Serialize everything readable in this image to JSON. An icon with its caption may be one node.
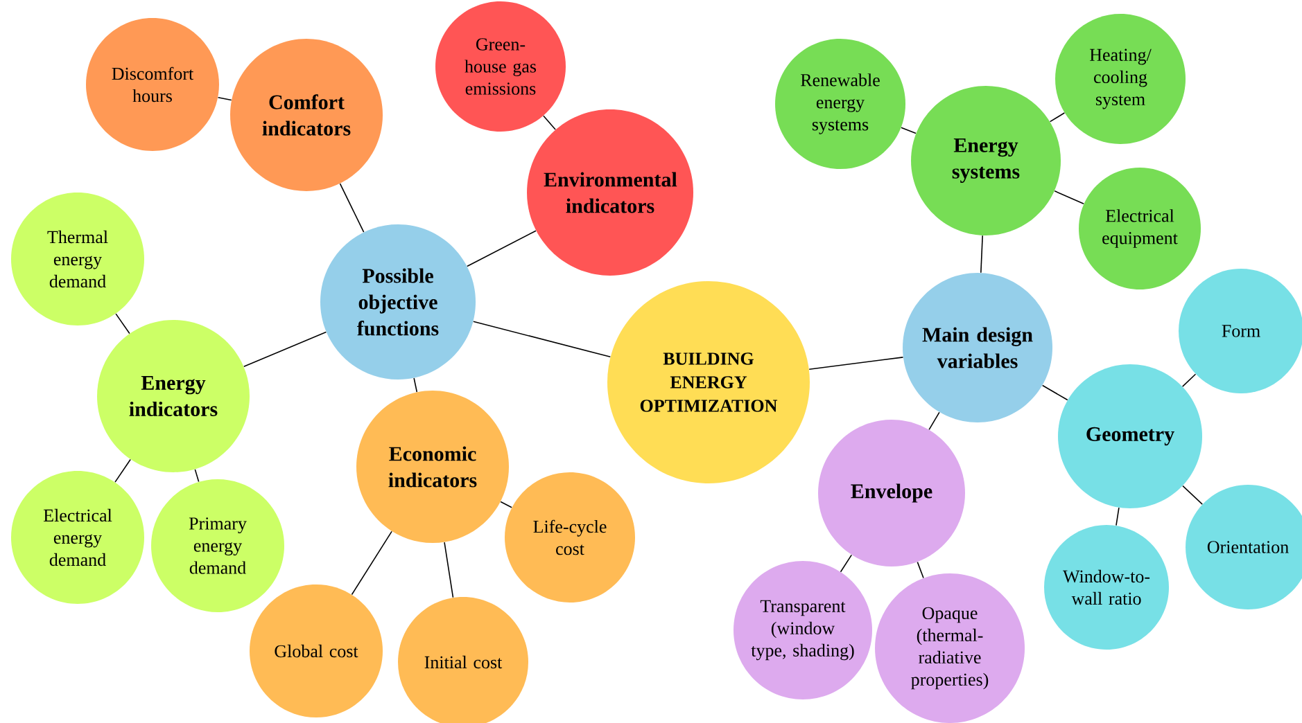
{
  "diagram": {
    "nodes": [
      {
        "text": [
          "BUILDING ENERGY OPTIMIZATION"
        ]
      },
      {
        "text": [
          "Possible objective functions"
        ]
      },
      {
        "text": [
          "Main design variables"
        ]
      },
      {
        "text": [
          "Comfort indicators"
        ]
      },
      {
        "text": [
          "Discomfort hours"
        ]
      },
      {
        "text": [
          "Green-house gas emissions"
        ]
      },
      {
        "text": [
          "Environmental indicators"
        ]
      },
      {
        "text": [
          "Energy indicators"
        ]
      },
      {
        "text": [
          "Thermal energy demand"
        ]
      },
      {
        "text": [
          "Electrical energy demand"
        ]
      },
      {
        "text": [
          "Primary energy demand"
        ]
      },
      {
        "text": [
          "Economic indicators"
        ]
      },
      {
        "text": [
          "Life-cycle cost"
        ]
      },
      {
        "text": [
          "Global cost"
        ]
      },
      {
        "text": [
          "Initial cost"
        ]
      },
      {
        "text": [
          "Energy systems"
        ]
      },
      {
        "text": [
          "Renewable energy systems"
        ]
      },
      {
        "text": [
          "Heating/ cooling system"
        ]
      },
      {
        "text": [
          "Electrical equipment"
        ]
      },
      {
        "text": [
          "Geometry"
        ]
      },
      {
        "text": [
          "Form"
        ]
      },
      {
        "text": [
          "Orientation"
        ]
      },
      {
        "text": [
          "Window-to-wall ratio"
        ]
      },
      {
        "text": [
          "Envelope"
        ]
      },
      {
        "text": [
          "Transparent (window type, shading)"
        ]
      },
      {
        "text": [
          "Opaque (thermal-radiative properties)"
        ]
      }
    ],
    "edges": [
      {
        "from": 1,
        "to": 0,
        "arrow": "none"
      },
      {
        "from": 0,
        "to": 2,
        "arrow": "none"
      },
      {
        "from": 1,
        "to": 3,
        "arrow": "none"
      },
      {
        "from": 3,
        "to": 4,
        "arrow": "none"
      },
      {
        "from": 1,
        "to": 6,
        "arrow": "none"
      },
      {
        "from": 6,
        "to": 5,
        "arrow": "none"
      },
      {
        "from": 1,
        "to": 7,
        "arrow": "none"
      },
      {
        "from": 7,
        "to": 8,
        "arrow": "none"
      },
      {
        "from": 7,
        "to": 9,
        "arrow": "none"
      },
      {
        "from": 7,
        "to": 10,
        "arrow": "none"
      },
      {
        "from": 1,
        "to": 11,
        "arrow": "none"
      },
      {
        "from": 11,
        "to": 12,
        "arrow": "none"
      },
      {
        "from": 11,
        "to": 13,
        "arrow": "none"
      },
      {
        "from": 11,
        "to": 14,
        "arrow": "none"
      },
      {
        "from": 2,
        "to": 15,
        "arrow": "none"
      },
      {
        "from": 15,
        "to": 16,
        "arrow": "none"
      },
      {
        "from": 15,
        "to": 17,
        "arrow": "none"
      },
      {
        "from": 15,
        "to": 18,
        "arrow": "none"
      },
      {
        "from": 2,
        "to": 19,
        "arrow": "none"
      },
      {
        "from": 19,
        "to": 20,
        "arrow": "none"
      },
      {
        "from": 19,
        "to": 21,
        "arrow": "none"
      },
      {
        "from": 19,
        "to": 22,
        "arrow": "none"
      },
      {
        "from": 2,
        "to": 23,
        "arrow": "none"
      },
      {
        "from": 23,
        "to": 24,
        "arrow": "none"
      },
      {
        "from": 23,
        "to": 25,
        "arrow": "none"
      }
    ]
  }
}
